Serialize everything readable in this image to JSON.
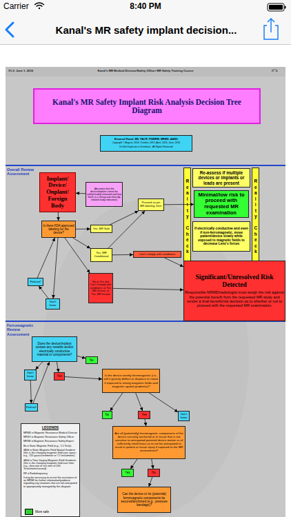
{
  "diagram": {
    "title": "Kanal's MR Safety Implant Risk Analysis Decision Tree Diagram",
    "nodes": [
      {
        "text": [
          "Emanuel Kanal, MD, FACR, FISMRM, MRMD, AANG",
          "Copyright © August, 2014, October, 2015, April, 2016, June, 2016",
          "Do Not Duplicate or Distribute - All Rights Reserved"
        ]
      },
      {
        "text": [
          "Implant/ Device/ Onplant/ Foreign Body"
        ]
      },
      {
        "text": [
          "(Assumes that the device/implant cannot be safely/readily removed and that there is a strong and clinically related study indication)"
        ]
      },
      {
        "text": [
          "Reality Check"
        ]
      },
      {
        "text": [
          "Re-assess if multiple devices or implants or leads are present"
        ]
      },
      {
        "text": [
          "Minimal/low risk to proceed with requested MR examination"
        ]
      },
      {
        "text": [
          "If electrically conductive and even if non-ferromagnetic, move patient/device slowly while exposed to magnetic fields to decrease Lenz's forces"
        ]
      },
      {
        "text": [
          "Reality Check"
        ]
      },
      {
        "text": [
          "Proceed as per MR labeling; then:"
        ]
      },
      {
        "text": [
          "Is there FDA approved labeling for the device?"
        ]
      },
      {
        "text": [
          "Yes, MR Safe"
        ]
      },
      {
        "text": [
          "Yes, MR Conditional"
        ]
      },
      {
        "text": [
          "Can't comply with conditions"
        ]
      },
      {
        "text": [
          "No or Yes, but Can't Comply with conditions; or Yes, MR Unsure, or Yes, MR Unsafe"
        ]
      },
      {
        "text": [
          "Significant/Unresolved Risk Detected",
          "Responsible MRMD/radiologist must weigh the risk against the potential benefit from the requested MR study and render a final benefit/risk decision as to whether or not to proceed with the requested MR examination."
        ]
      },
      {
        "text": [
          "Find out!"
        ]
      },
      {
        "text": [
          "Don't know"
        ]
      },
      {
        "text": [
          "Does the device/implant contain any metallic and/or electrically conductive material or components?"
        ]
      },
      {
        "text": [
          "No"
        ]
      },
      {
        "text": [
          "Don't know"
        ]
      },
      {
        "text": [
          "Yes"
        ]
      },
      {
        "text": [
          "Is the device overtly ferromagnetic (i.e., will it grossly deflect or displace or rotate if exposed to strong magnetic fields and magnetic spatial gradients)?"
        ]
      },
      {
        "text": [
          "Find out!"
        ]
      },
      {
        "text": [
          "No"
        ]
      },
      {
        "text": [
          "Yes"
        ]
      },
      {
        "text": [
          "Don't know"
        ]
      },
      {
        "text": [
          "LEGENDS",
          "MRMD = Magnetic Resonance Medical Director",
          "MRSO = Magnetic Resonance Safety Officer",
          "MRSE = Magnetic Resonance Safety Expert",
          "Bo = Static Magnetic Field (e.g., 1.5 Tesla)",
          "dB/dr = Static Magnetic Field Spatial Gradient (this is the changing magnetic field over space; e.g., 720 gauss/centimeter or 7.2 tesla/meter)",
          "dB/dt = Time-Varying Magnetic Field Gradients (this is the changing magnetic field over time; e.g., slew rate or rise time of 200 Tesla/meter/second)",
          "RF = Radiofrequency",
          "It may be necessary to recruit the assistance of an MRSE for further information/guidance regarding any situations that are not anticipated or appropriately managed by this diagram."
        ]
      },
      {
        "text": [
          "Are all (potentially) ferromagnetic components of the device securely anchored or in tissue that is not sensitive to anticipated potential device motion or of sufficiently small mass as to not be anticipated to result in patient or tissue injury if exposed to the MR environment?"
        ]
      },
      {
        "text": [
          "Yes"
        ]
      },
      {
        "text": [
          "No"
        ]
      },
      {
        "text": [
          "Can the device or its (potential) ferromagnetic components be secured/anchored (e.g., pressure bandage)?"
        ]
      }
    ],
    "edges": [
      {
        "from": 2,
        "to": 1,
        "arrow": "to"
      },
      {
        "from": 1,
        "to": 9,
        "arrow": "to"
      },
      {
        "from": 9,
        "to": 10,
        "arrow": "to"
      },
      {
        "from": 9,
        "to": 11,
        "arrow": "to"
      },
      {
        "from": 9,
        "to": 13,
        "arrow": "to"
      },
      {
        "from": 9,
        "to": 16,
        "arrow": "to"
      },
      {
        "from": 16,
        "to": 15,
        "arrow": "to"
      },
      {
        "from": 15,
        "to": 9,
        "arrow": "to"
      },
      {
        "from": 10,
        "to": 8,
        "arrow": "to"
      },
      {
        "from": 11,
        "to": 8,
        "arrow": "to"
      },
      {
        "from": 8,
        "to": 5,
        "arrow": "to"
      },
      {
        "from": 11,
        "to": 12,
        "arrow": "to"
      },
      {
        "from": 12,
        "to": 14,
        "arrow": "to"
      },
      {
        "from": 13,
        "to": 14,
        "arrow": "to"
      },
      {
        "from": 17,
        "to": 18,
        "arrow": "to"
      },
      {
        "from": 17,
        "to": 19,
        "arrow": "to"
      },
      {
        "from": 17,
        "to": 20,
        "arrow": "to"
      },
      {
        "from": 19,
        "to": 22,
        "arrow": "to"
      },
      {
        "from": 22,
        "to": 17,
        "arrow": "to"
      },
      {
        "from": 20,
        "to": 21,
        "arrow": "to"
      },
      {
        "from": 21,
        "to": 23,
        "arrow": "to"
      },
      {
        "from": 21,
        "to": 24,
        "arrow": "to"
      },
      {
        "from": 21,
        "to": 25,
        "arrow": "to"
      },
      {
        "from": 24,
        "to": 27,
        "arrow": "to"
      },
      {
        "from": 27,
        "to": 28,
        "arrow": "to"
      },
      {
        "from": 27,
        "to": 29,
        "arrow": "to"
      },
      {
        "from": 29,
        "to": 30,
        "arrow": "to"
      }
    ],
    "labels": [
      "Carrier",
      "8:40 PM",
      "Kanal's MR safety implant decision...",
      "V1.3: June 1, 2016",
      "Kanal's MR Medical Director/Safety Officer MR Safety Training Course",
      "ב״ה",
      "Overall Review Assessment",
      "Ferromagnetic Review Assessment"
    ],
    "legend": [
      {
        "text": "More safe",
        "color": "#33cc33"
      }
    ]
  }
}
